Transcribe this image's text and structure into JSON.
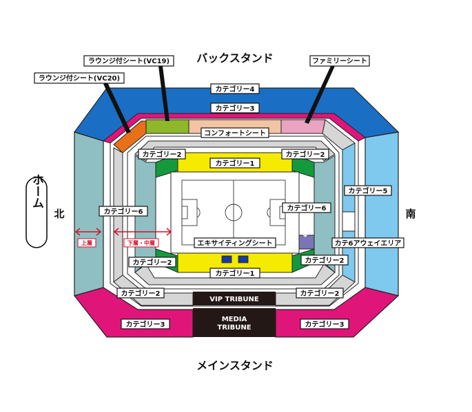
{
  "stands": {
    "back": "バックスタンド",
    "main": "メインスタンド",
    "home": "ホーム",
    "north": "北",
    "south": "南"
  },
  "labels": {
    "lounge_vc19": "ラウンジ付シート(VC19)",
    "lounge_vc20": "ラウンジ付シート(VC20)",
    "family": "ファミリーシート",
    "cat4": "カテゴリー4",
    "cat3_top": "カテゴリー3",
    "comfort": "コンフォートシート",
    "cat2_tl": "カテゴリー2",
    "cat2_tr": "カテゴリー2",
    "cat1_top": "カテゴリー1",
    "cat5": "カテゴリー5",
    "cat6_left": "カテゴリー6",
    "cat6_right": "カテゴリー6",
    "exciting": "エキサイティングシート",
    "cat6_away": "カテ6アウェイエリア",
    "cat2_bl": "カテゴリー2",
    "cat2_br": "カテゴリー2",
    "cat1_bottom": "カテゴリー1",
    "cat2_lower_left": "カテゴリー2",
    "cat2_lower_right": "カテゴリー2",
    "vip": "VIP TRIBUNE",
    "media_1": "MEDIA",
    "media_2": "TRIBUNE",
    "cat3_bl": "カテゴリー3",
    "cat3_br": "カテゴリー3",
    "upper_tier": "上層",
    "lower_mid_tier": "下層・中層"
  },
  "colors": {
    "cat4": "#1a6fc4",
    "cat3": "#e0157a",
    "cat5": "#7fc8ee",
    "cat6": "#8fbfc2",
    "cat2": "#d6d6d6",
    "cat1": "#f5eb00",
    "lounge_vc20": "#e8701a",
    "lounge_vc19": "#8fb72a",
    "comfort": "#f2c4a3",
    "family": "#eba3c1",
    "field": "#ffffff",
    "green": "#149a3c",
    "away": "#7b75b6",
    "media": "#231815",
    "tier_arrow": "#d0112b"
  }
}
